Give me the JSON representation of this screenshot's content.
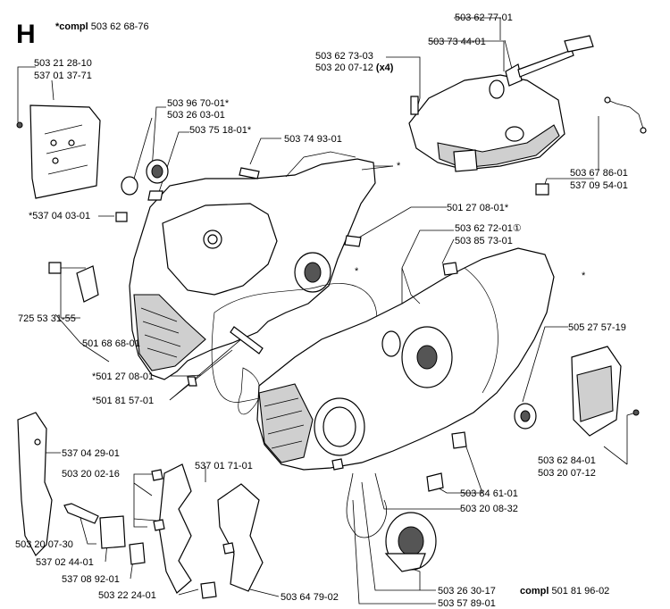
{
  "page": {
    "section_letter": "H",
    "compl_prefix": "*compl",
    "compl_number": "503 62 68-76"
  },
  "labels": {
    "p503212810": "503 21 28-10",
    "p537013771": "537 01 37-71",
    "p503967001": "503 96 70-01*",
    "p503260301": "503 26 03-01",
    "p503751801": "503 75 18-01*",
    "p503749301": "503 74 93-01",
    "p503627701": "503 62 77-01",
    "p503734401": "503 73 44-01",
    "p503627303": "503 62 73-03",
    "p503200712x4": "503 20 07-12",
    "x4": "(x4)",
    "p503678601": "503 67 86-01",
    "p537095401": "537 09 54-01",
    "p537040301": "*537 04 03-01",
    "p501270801a": "501 27 08-01*",
    "p503627201": "503 62 72-01",
    "circled_one": "①",
    "p503857301": "503 85 73-01",
    "p725533155": "725 53 31-55",
    "p501686801": "501 68 68-01",
    "p505275719": "505 27 57-19",
    "p501270801b": "*501 27 08-01",
    "p501815701": "*501 81 57-01",
    "p537042901": "537 04 29-01",
    "p537017101": "537 01 71-01",
    "p503200216": "503 20 02-16",
    "p503628401": "503 62 84-01",
    "p503200712": "503 20 07-12",
    "p503846101": "503 84 61-01",
    "p503200832": "503 20 08-32",
    "p503200730": "503 20 07-30",
    "p537024401": "537 02 44-01",
    "p537089201": "537 08 92-01",
    "p503222401": "503 22 24-01",
    "p503647902": "503 64 79-02",
    "p503263017": "503 26 30-17",
    "p503578901": "503 57 89-01",
    "compl_word": "compl",
    "p501819602": "501 81 96-02",
    "star": "*"
  }
}
